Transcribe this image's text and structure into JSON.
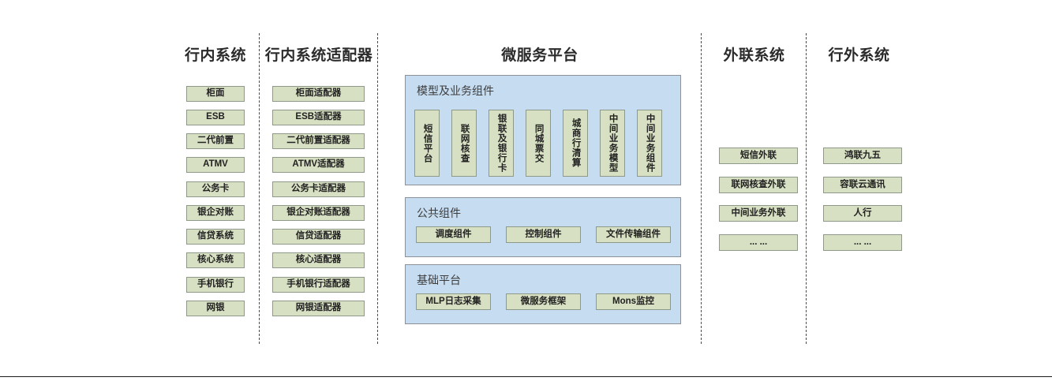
{
  "diagram": {
    "columns": [
      {
        "id": "in-bank-systems",
        "title": "行内系统",
        "items": [
          "柜面",
          "ESB",
          "二代前置",
          "ATMV",
          "公务卡",
          "银企对账",
          "信贷系统",
          "核心系统",
          "手机银行",
          "网银"
        ]
      },
      {
        "id": "in-bank-adapters",
        "title": "行内系统适配器",
        "items": [
          "柜面适配器",
          "ESB适配器",
          "二代前置适配器",
          "ATMV适配器",
          "公务卡适配器",
          "银企对账适配器",
          "信贷适配器",
          "核心适配器",
          "手机银行适配器",
          "网银适配器"
        ]
      },
      {
        "id": "microservice-platform",
        "title": "微服务平台",
        "panels": [
          {
            "id": "model-business-components",
            "title": "模型及业务组件",
            "items": [
              "短信平台",
              "联网核查",
              "银联及银行卡",
              "同城票交",
              "城商行清算",
              "中间业务模型",
              "中间业务组件"
            ]
          },
          {
            "id": "public-components",
            "title": "公共组件",
            "items": [
              "调度组件",
              "控制组件",
              "文件传输组件"
            ]
          },
          {
            "id": "base-platform",
            "title": "基础平台",
            "items": [
              "MLP日志采集",
              "微服务框架",
              "Mons监控"
            ]
          }
        ]
      },
      {
        "id": "external-link-systems",
        "title": "外联系统",
        "items": [
          "短信外联",
          "联网核查外联",
          "中间业务外联",
          "... ..."
        ]
      },
      {
        "id": "outside-bank-systems",
        "title": "行外系统",
        "items": [
          "鸿联九五",
          "容联云通讯",
          "人行",
          "... ..."
        ]
      }
    ],
    "colors": {
      "node_fill": "#d7e0c2",
      "node_border": "#8f998a",
      "panel_fill": "#c6dcf0",
      "panel_border": "#8b9099",
      "divider": "#4a4a4a",
      "text": "#222222"
    }
  }
}
